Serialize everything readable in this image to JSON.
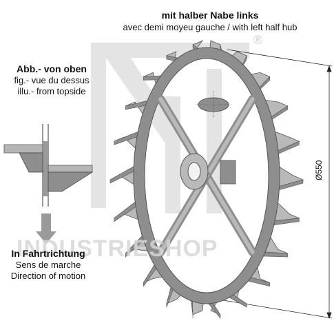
{
  "title": {
    "main": "mit halber Nabe links",
    "sub": "avec demi moyeu gauche / with left half hub"
  },
  "view_label": {
    "main": "Abb.- von oben",
    "fr": "fig.- vue du dessus",
    "en": "illu.- from topside"
  },
  "direction_label": {
    "main": "In Fahrtrichtung",
    "fr": "Sens de marche",
    "en": "Direction of motion"
  },
  "dimension": "Ø550",
  "watermark": {
    "text": "INDUSTRIESHOP",
    "registered_mark": "®"
  },
  "colors": {
    "steel_light": "#b9b9b9",
    "steel_mid": "#8e8e8e",
    "steel_dark": "#555555",
    "watermark": "#dcdcdc",
    "arrow": "#9a9a9a"
  }
}
